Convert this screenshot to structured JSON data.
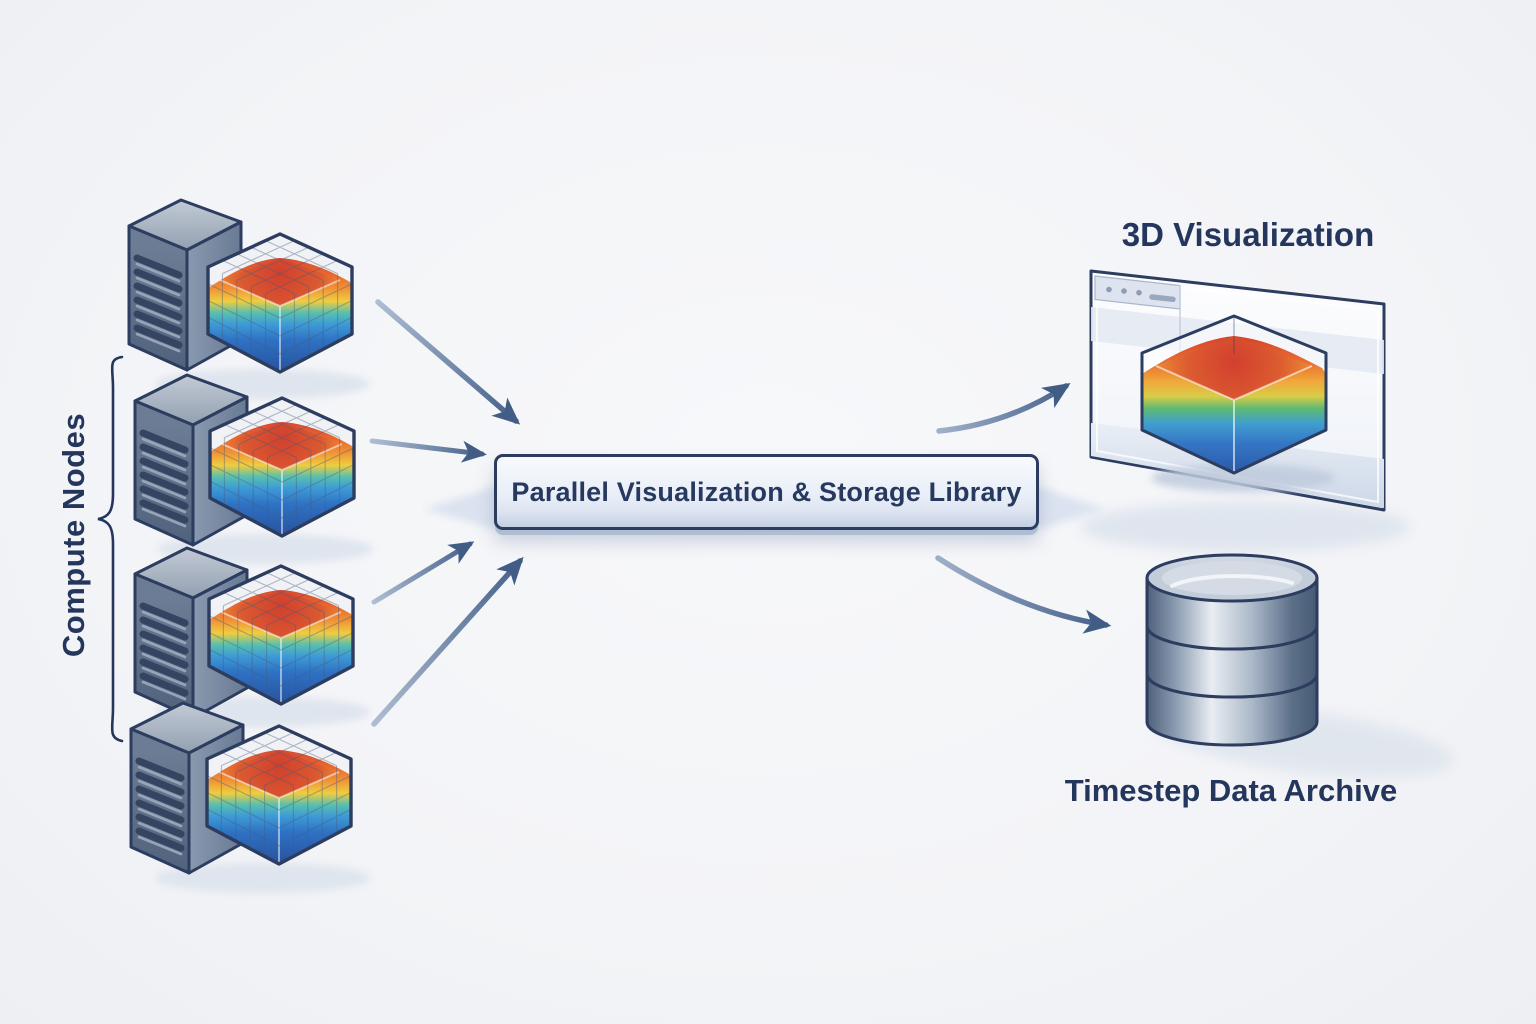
{
  "diagram": {
    "compute_group": {
      "label": "Compute Nodes",
      "node_count": 4
    },
    "library_box": {
      "label": "Parallel Visualization & Storage Library"
    },
    "visualization": {
      "title": "3D Visualization"
    },
    "archive": {
      "label": "Timestep Data Archive"
    }
  },
  "icons": {
    "server": "server-tower-icon",
    "heatmap_cube": "heatmap-cube-icon",
    "brace": "curly-brace-icon",
    "arrows": [
      "arrow-node1-to-library",
      "arrow-node2-to-library",
      "arrow-node3-to-library",
      "arrow-node4-to-library",
      "arrow-library-to-visualization",
      "arrow-library-to-archive"
    ],
    "window": "browser-window-icon",
    "viz_cube": "viz-cube-icon",
    "database": "database-cylinder-icon"
  },
  "colors": {
    "background": "#f4f5f7",
    "text": "#24365c",
    "outline": "#2c3d60",
    "arrow": "#46618a",
    "box_fill": "#e9eef8",
    "heatmap_palette": [
      "#d84a34",
      "#f09437",
      "#f0cd3f",
      "#59c0ae",
      "#3e9bd6",
      "#27519e"
    ]
  }
}
